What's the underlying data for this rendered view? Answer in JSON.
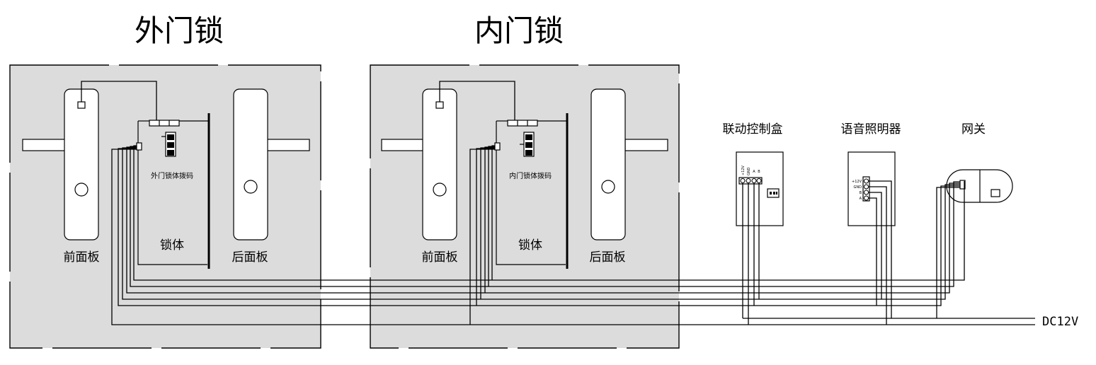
{
  "titles": {
    "outer_lock": "外门锁",
    "inner_lock": "内门锁"
  },
  "outer_lock": {
    "front_panel": "前面板",
    "back_panel": "后面板",
    "lock_body": "锁体",
    "dip_label": "外门锁体拨码"
  },
  "inner_lock": {
    "front_panel": "前面板",
    "back_panel": "后面板",
    "lock_body": "锁体",
    "dip_label": "内门锁体拨码"
  },
  "devices": {
    "linkage_box": {
      "title": "联动控制盒",
      "pins": [
        "+12V",
        "GND",
        "A",
        "B"
      ]
    },
    "voice_light": {
      "title": "语音照明器",
      "pins": [
        "+12V",
        "GND",
        "B",
        "A"
      ]
    },
    "gateway": {
      "title": "网关"
    }
  },
  "power": {
    "label": "DC12V"
  }
}
